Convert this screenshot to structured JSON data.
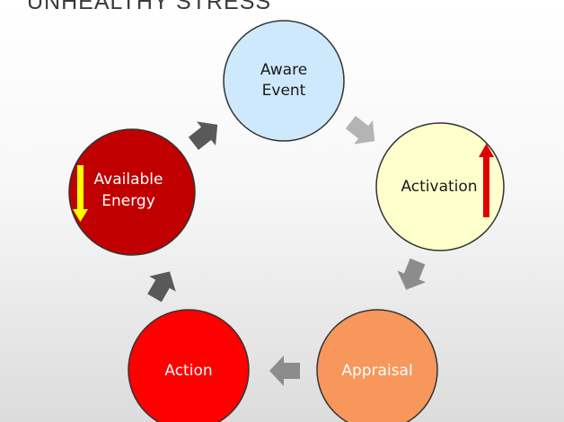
{
  "title": "UNHEALTHY STRESS",
  "colors": {
    "aware_fill": "#cde9fb",
    "activation_fill": "#ffffcc",
    "appraisal_fill": "#f8975b",
    "action_fill": "#ff0000",
    "available_fill": "#c00000",
    "arrow_light": "#b4b4b4",
    "arrow_mid": "#8c8c8c",
    "arrow_dark": "#595959",
    "indicator_up": "#e00000",
    "indicator_down": "#ffff00"
  },
  "nodes": [
    {
      "id": "aware-event",
      "lines": [
        "Aware",
        "Event"
      ],
      "text_color": "#1a1a1a"
    },
    {
      "id": "activation",
      "lines": [
        "Activation"
      ],
      "text_color": "#1a1a1a"
    },
    {
      "id": "appraisal",
      "lines": [
        "Appraisal"
      ],
      "text_color": "#ffffff"
    },
    {
      "id": "action",
      "lines": [
        "Action"
      ],
      "text_color": "#ffffff"
    },
    {
      "id": "available-energy",
      "lines": [
        "Available",
        "Energy"
      ],
      "text_color": "#ffffff"
    }
  ],
  "indicators": {
    "activation": "up-arrow-icon",
    "available_energy": "down-arrow-icon"
  }
}
